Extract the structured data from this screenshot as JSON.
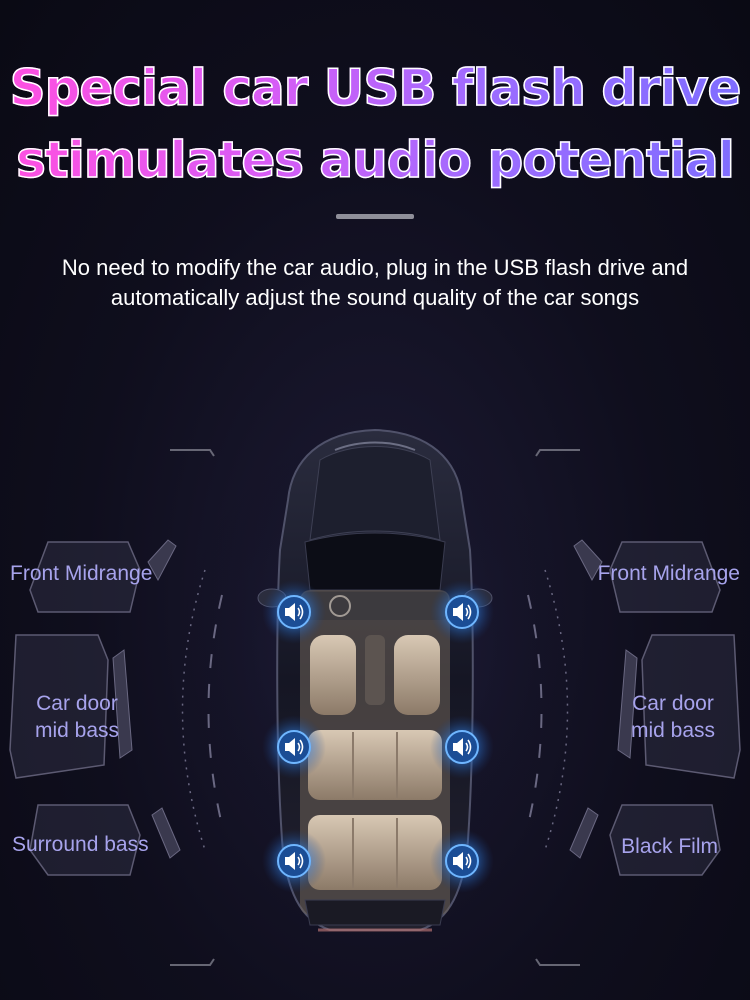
{
  "headline": {
    "line1": "Special car USB flash drive",
    "line2": "stimulates audio potential"
  },
  "subtitle": {
    "line1": "No need to modify the car audio, plug in the USB flash drive and",
    "line2": "automatically adjust the sound quality of the car songs"
  },
  "speaker_labels": {
    "left_front": "Front Midrange",
    "left_door_line1": "Car door",
    "left_door_line2": "mid bass",
    "left_rear": "Surround bass",
    "right_front": "Front Midrange",
    "right_door_line1": "Car door",
    "right_door_line2": "mid bass",
    "right_rear": "Black Film"
  },
  "icons": {
    "speaker": "speaker-icon",
    "car": "car-top-view"
  },
  "colors": {
    "title_start": "#ff4fe0",
    "title_end": "#7e6dff",
    "label": "#a7a3ec",
    "speaker_glow": "#2f7de0"
  }
}
